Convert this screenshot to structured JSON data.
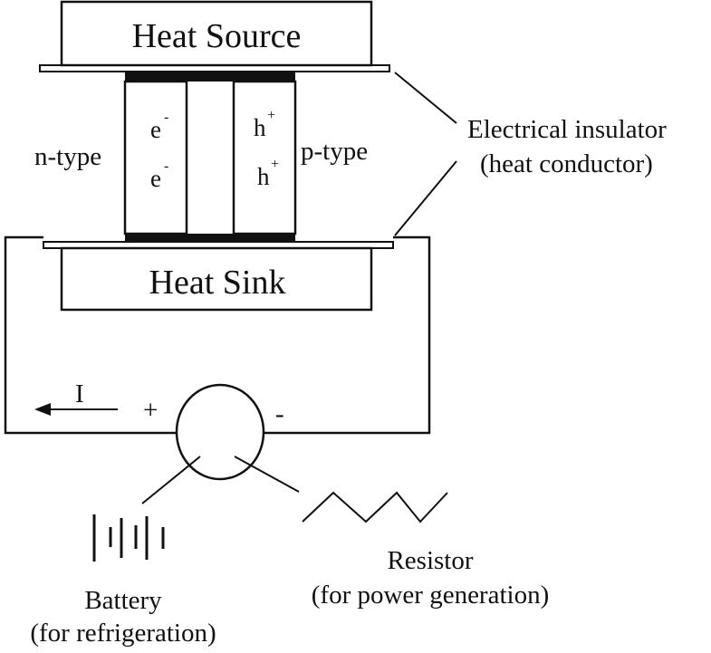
{
  "heat_source_label": "Heat Source",
  "heat_sink_label": "Heat Sink",
  "n_type_label": "n-type",
  "p_type_label": "p-type",
  "electron": {
    "base": "e",
    "sup": "-"
  },
  "hole": {
    "base": "h",
    "sup": "+"
  },
  "insulator_label_line1": "Electrical insulator",
  "insulator_label_line2": "(heat conductor)",
  "current_label": "I",
  "plus_label": "+",
  "minus_label": "-",
  "battery_label_line1": "Battery",
  "battery_label_line2": "(for refrigeration)",
  "resistor_label_line1": "Resistor",
  "resistor_label_line2": "(for power generation)",
  "colors": {
    "ink": "#111111",
    "background": "#ffffff"
  }
}
